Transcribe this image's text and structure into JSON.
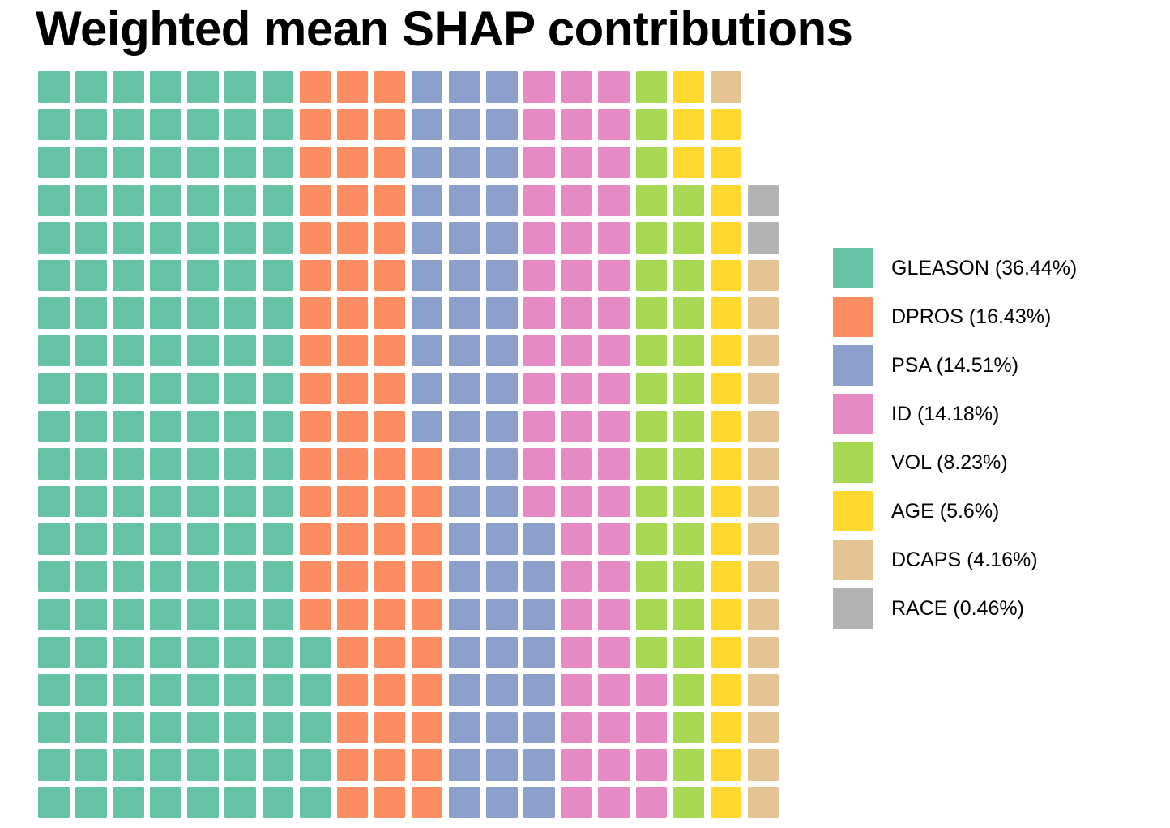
{
  "title": "Weighted mean SHAP contributions",
  "chart_data": {
    "type": "waffle",
    "title": "Weighted mean SHAP contributions",
    "grid": {
      "rows": 20,
      "cols": 20,
      "total_slots": 400,
      "filled_slots": 397,
      "empty_slots": 3,
      "fill_order": "column-major, bottom-to-top within each column, columns left-to-right"
    },
    "categories": [
      "GLEASON",
      "DPROS",
      "PSA",
      "ID",
      "VOL",
      "AGE",
      "DCAPS",
      "RACE"
    ],
    "percentages": [
      36.44,
      16.43,
      14.51,
      14.18,
      8.23,
      5.6,
      4.16,
      0.46
    ],
    "cell_counts": [
      145,
      65,
      58,
      56,
      33,
      22,
      16,
      2
    ],
    "palette": [
      "#66C2A5",
      "#FC8D62",
      "#8DA0CB",
      "#E78AC3",
      "#A6D854",
      "#FFD92F",
      "#E5C494",
      "#B3B3B3"
    ],
    "legend_labels": [
      "GLEASON (36.44%)",
      "DPROS (16.43%)",
      "PSA (14.51%)",
      "ID (14.18%)",
      "VOL (8.23%)",
      "AGE (5.6%)",
      "DCAPS (4.16%)",
      "RACE (0.46%)"
    ],
    "legend_position": "right, vertically centered",
    "background_color": "#FFFFFF"
  },
  "legend": {
    "items": [
      {
        "category": "GLEASON",
        "label": "GLEASON (36.44%)",
        "color": "#66C2A5"
      },
      {
        "category": "DPROS",
        "label": "DPROS (16.43%)",
        "color": "#FC8D62"
      },
      {
        "category": "PSA",
        "label": "PSA (14.51%)",
        "color": "#8DA0CB"
      },
      {
        "category": "ID",
        "label": "ID (14.18%)",
        "color": "#E78AC3"
      },
      {
        "category": "VOL",
        "label": "VOL (8.23%)",
        "color": "#A6D854"
      },
      {
        "category": "AGE",
        "label": "AGE (5.6%)",
        "color": "#FFD92F"
      },
      {
        "category": "DCAPS",
        "label": "DCAPS (4.16%)",
        "color": "#E5C494"
      },
      {
        "category": "RACE",
        "label": "RACE (0.46%)",
        "color": "#B3B3B3"
      }
    ]
  }
}
